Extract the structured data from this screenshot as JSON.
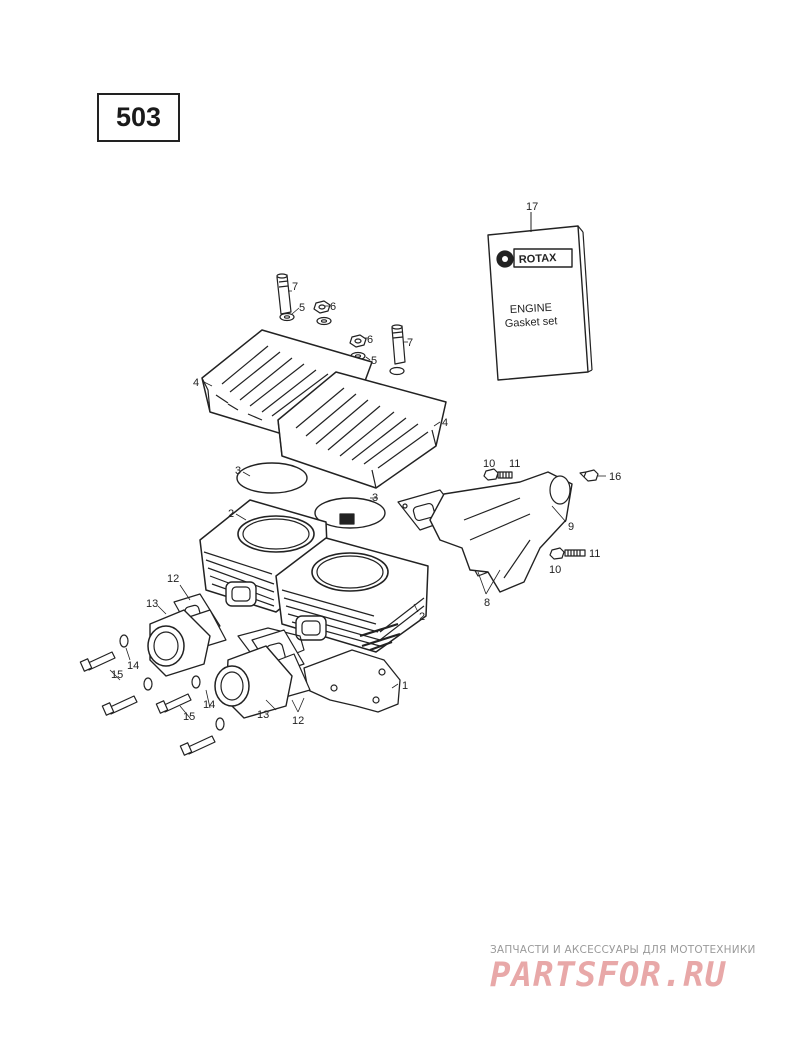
{
  "model_number": "503",
  "gasket_book": {
    "brand": "ROTAX",
    "line1": "ENGINE",
    "line2": "Gasket set"
  },
  "callouts": {
    "c17": "17",
    "c7a": "7",
    "c5a": "5",
    "c6a": "6",
    "c6b": "6",
    "c5b": "5",
    "c7b": "7",
    "c4a": "4",
    "c4b": "4",
    "c3a": "3",
    "c3b": "3",
    "c2a": "2",
    "c2b": "2",
    "c10a": "10",
    "c11a": "11",
    "c16": "16",
    "c9": "9",
    "c10b": "10",
    "c11b": "11",
    "c8": "8",
    "c12a": "12",
    "c13a": "13",
    "c14a": "14",
    "c15a": "15",
    "c1": "1",
    "c15b": "15",
    "c14b": "14",
    "c13b": "13",
    "c12b": "12"
  },
  "watermark": {
    "tagline": "ЗАПЧАСТИ И АКСЕССУАРЫ ДЛЯ МОТОТЕХНИКИ",
    "logo": "PARTSFOR.RU"
  }
}
